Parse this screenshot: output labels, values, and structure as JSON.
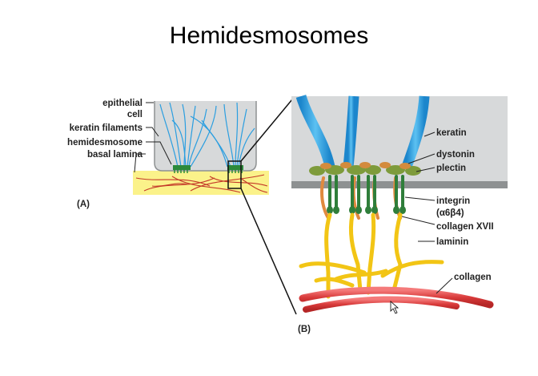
{
  "title": "Hemidesmosomes",
  "panel_a": {
    "tag": "(A)",
    "labels": {
      "epithelial": "epithelial",
      "cell": "cell",
      "keratin_filaments": "keratin filaments",
      "hemidesmosome": "hemidesmosome",
      "basal_lamina": "basal lamina"
    }
  },
  "panel_b": {
    "tag": "(B)",
    "labels": {
      "keratin": "keratin",
      "dystonin": "dystonin",
      "plectin": "plectin",
      "integrin": "integrin",
      "integrin_subunits": "(α6β4)",
      "collagen_xvii": "collagen XVII",
      "laminin": "laminin",
      "collagen": "collagen"
    }
  },
  "colors": {
    "cell_fill": "#d7d9da",
    "membrane": "#8e9192",
    "keratin_thin": "#2a9ee0",
    "keratin_thick": "#3aa9e6",
    "hemidesmosome": "#2c8a3a",
    "basal_lamina": "#fbf28a",
    "plaque": "#7e9b3b",
    "dystonin": "#d38b3d",
    "integrin": "#2f7e3a",
    "collagen_xvii": "#e08a3f",
    "laminin": "#f2c515",
    "collagen": "#e04848"
  }
}
